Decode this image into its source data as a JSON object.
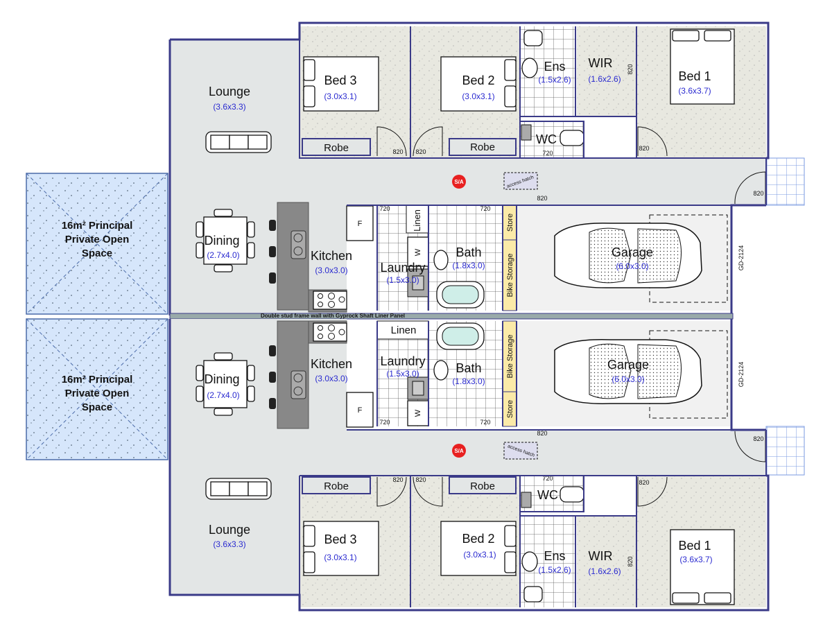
{
  "colors": {
    "wall": "#3a3a88",
    "floor_living": "#e3e6e6",
    "floor_bedroom": "#e8e8e0",
    "pos_fill": "#d6e6fb",
    "tile_blue": "#c8d8f8",
    "store_fill": "#fbeaa8",
    "dimension_text": "#2a2ad0",
    "smoke_alarm": "#e82020"
  },
  "divider_label": "Double stud frame wall with Gyprock Shaft Liner Panel",
  "units": [
    {
      "id": "top",
      "pos": {
        "line1": "16m² Principal",
        "line2": "Private Open",
        "line3": "Space"
      },
      "lounge": {
        "name": "Lounge",
        "size": "(3.6x3.3)"
      },
      "dining": {
        "name": "Dining",
        "size": "(2.7x4.0)"
      },
      "kitchen": {
        "name": "Kitchen",
        "size": "(3.0x3.0)"
      },
      "laundry": {
        "name": "Laundry",
        "size": "(1.5x3.0)"
      },
      "bath": {
        "name": "Bath",
        "size": "(1.8x3.0)"
      },
      "garage": {
        "name": "Garage",
        "size": "(6.0x3.0)",
        "door": "GD-2124"
      },
      "bed3": {
        "name": "Bed 3",
        "size": "(3.0x3.1)"
      },
      "bed2": {
        "name": "Bed 2",
        "size": "(3.0x3.1)"
      },
      "bed1": {
        "name": "Bed 1",
        "size": "(3.6x3.7)"
      },
      "ens": {
        "name": "Ens",
        "size": "(1.5x2.6)"
      },
      "wir": {
        "name": "WIR",
        "size": "(1.6x2.6)"
      },
      "wc": "WC",
      "robe": "Robe",
      "linen": "Linen",
      "store": "Store",
      "bike_storage": "Bike Storage",
      "fridge": "F",
      "washer": "W",
      "smoke_alarm": "S/A",
      "access_hatch": "access hatch",
      "bath_label": "bath tub",
      "dims": {
        "d820": "820",
        "d720": "720"
      }
    },
    {
      "id": "bottom",
      "pos": {
        "line1": "16m² Principal",
        "line2": "Private Open",
        "line3": "Space"
      },
      "lounge": {
        "name": "Lounge",
        "size": "(3.6x3.3)"
      },
      "dining": {
        "name": "Dining",
        "size": "(2.7x4.0)"
      },
      "kitchen": {
        "name": "Kitchen",
        "size": "(3.0x3.0)"
      },
      "laundry": {
        "name": "Laundry",
        "size": "(1.5x3.0)"
      },
      "bath": {
        "name": "Bath",
        "size": "(1.8x3.0)"
      },
      "garage": {
        "name": "Garage",
        "size": "(6.0x3.0)",
        "door": "GD-2124"
      },
      "bed3": {
        "name": "Bed 3",
        "size": "(3.0x3.1)"
      },
      "bed2": {
        "name": "Bed 2",
        "size": "(3.0x3.1)"
      },
      "bed1": {
        "name": "Bed 1",
        "size": "(3.6x3.7)"
      },
      "ens": {
        "name": "Ens",
        "size": "(1.5x2.6)"
      },
      "wir": {
        "name": "WIR",
        "size": "(1.6x2.6)"
      },
      "wc": "WC",
      "robe": "Robe",
      "linen": "Linen",
      "store": "Store",
      "bike_storage": "Bike Storage",
      "fridge": "F",
      "washer": "W",
      "smoke_alarm": "S/A",
      "access_hatch": "access hatch",
      "bath_label": "bath tub",
      "dims": {
        "d820": "820",
        "d720": "720"
      }
    }
  ]
}
